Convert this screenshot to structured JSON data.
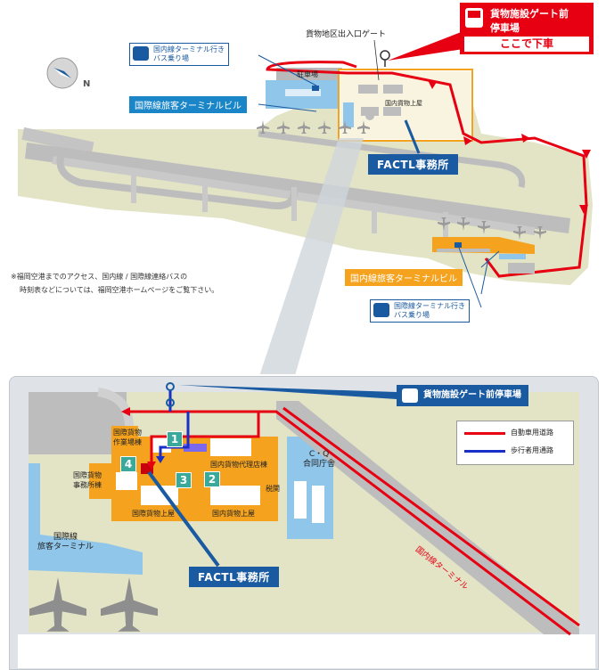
{
  "colors": {
    "airport_ground": "#e3e3c6",
    "runway": "#b9b9b9",
    "terminal_blue": "#8fc6ea",
    "cargo_orange": "#f5a31f",
    "road_red": "#e60012",
    "walk_blue": "#1a2fc8",
    "factl_blue": "#1a5aa0"
  },
  "overview": {
    "compass_label": "N",
    "parking_label": "駐車場",
    "gate_label": "貨物地区出入口ゲート",
    "intl_terminal_label": "国際線旅客ターミナルビル",
    "domestic_cargo_label": "国内貨物上屋",
    "factl_label": "FACTL事務所",
    "domestic_terminal_label": "国内線旅客ターミナルビル",
    "bus_to_domestic": {
      "line1": "国内線ターミナル行き",
      "line2": "バス乗り場"
    },
    "bus_to_intl": {
      "line1": "国際線ターミナル行き",
      "line2": "バス乗り場"
    },
    "note": {
      "line1": "※福岡空港までのアクセス、国内線 / 国際線連絡バスの",
      "line2": "時刻表などについては、福岡空港ホームページをご覧下さい。"
    },
    "stop_callout": {
      "title_line1": "貨物施設ゲート前",
      "title_line2": "停車場",
      "action": "ここで下車"
    }
  },
  "detail": {
    "stop_label": "貨物施設ゲート前停車場",
    "legend": [
      {
        "label": "自動車用道路",
        "color": "#e60012"
      },
      {
        "label": "歩行者用通路",
        "color": "#1a2fc8"
      }
    ],
    "buildings": {
      "intl_cargo_work": {
        "line1": "国際貨物",
        "line2": "作業場棟"
      },
      "domestic_agent": "国内貨物代理店棟",
      "intl_cargo_office": {
        "line1": "国際貨物",
        "line2": "事務所棟"
      },
      "intl_cargo_shed": "国際貨物上屋",
      "domestic_cargo_shed": "国内貨物上屋",
      "customs": "税関",
      "cq_office": {
        "line1": "C・Q",
        "line2": "合同庁舎"
      },
      "intl_terminal": {
        "line1": "国際線",
        "line2": "旅客ターミナル"
      }
    },
    "numbers": [
      "1",
      "2",
      "3",
      "4"
    ],
    "road_label": "国内線ターミナル",
    "factl_label": "FACTL事務所"
  }
}
